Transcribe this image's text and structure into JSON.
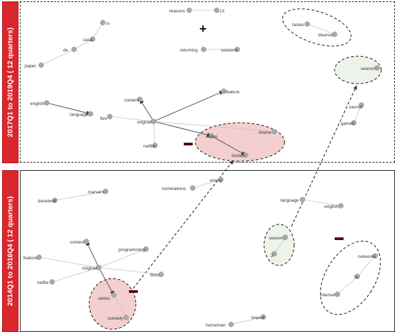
{
  "top_panel": {
    "label": "2017Q1 to 2019Q4 ( 12 quarters)",
    "sign": "+",
    "nodes": [
      {
        "id": "reasons",
        "label": "reasons"
      },
      {
        "id": "13",
        "label": "13"
      },
      {
        "id": "is",
        "label": "is"
      },
      {
        "id": "casa",
        "label": "casa"
      },
      {
        "id": "de",
        "label": "de"
      },
      {
        "id": "paper",
        "label": "paper"
      },
      {
        "id": "returning",
        "label": "returning"
      },
      {
        "id": "seasons",
        "label": "seasons"
      },
      {
        "id": "tastes",
        "label": "tastes"
      },
      {
        "id": "diverse",
        "label": "diverse"
      },
      {
        "id": "season",
        "label": "season"
      },
      {
        "id": "feature",
        "label": "feature"
      },
      {
        "id": "content",
        "label": "content"
      },
      {
        "id": "english",
        "label": "english"
      },
      {
        "id": "language",
        "label": "language"
      },
      {
        "id": "original",
        "label": "original"
      },
      {
        "id": "film",
        "label": "film"
      },
      {
        "id": "netflix",
        "label": "netflix"
      },
      {
        "id": "series",
        "label": "series"
      },
      {
        "id": "limited",
        "label": "limited"
      },
      {
        "id": "drama",
        "label": "drama"
      },
      {
        "id": "sacred",
        "label": "sacred"
      },
      {
        "id": "games",
        "label": "games"
      }
    ]
  },
  "bottom_panel": {
    "label": "2014Q1 to 2016Q4 ( 12 quarters)",
    "nodes": [
      {
        "id": "marvels",
        "label": "marvel's"
      },
      {
        "id": "daredevil",
        "label": "daredevil"
      },
      {
        "id": "nominations",
        "label": "nominations"
      },
      {
        "id": "emmy",
        "label": "emmy"
      },
      {
        "id": "language",
        "label": "language"
      },
      {
        "id": "english",
        "label": "english"
      },
      {
        "id": "content",
        "label": "content"
      },
      {
        "id": "programming",
        "label": "programming"
      },
      {
        "id": "feature",
        "label": "feature"
      },
      {
        "id": "original",
        "label": "original"
      },
      {
        "id": "netflix",
        "label": "netflix"
      },
      {
        "id": "films",
        "label": "films"
      },
      {
        "id": "series",
        "label": "series"
      },
      {
        "id": "comedy",
        "label": "comedy"
      },
      {
        "id": "season",
        "label": "season"
      },
      {
        "id": "2",
        "label": "2"
      },
      {
        "id": "networks",
        "label": "networks"
      },
      {
        "id": "tv",
        "label": "tv"
      },
      {
        "id": "internet",
        "label": "internet"
      },
      {
        "id": "horseman",
        "label": "horseman"
      },
      {
        "id": "bojack",
        "label": "bojack"
      }
    ]
  },
  "colors": {
    "band": "#d9272e",
    "highlight_pink": "#f3cfd0",
    "highlight_green": "#eef3ea"
  }
}
